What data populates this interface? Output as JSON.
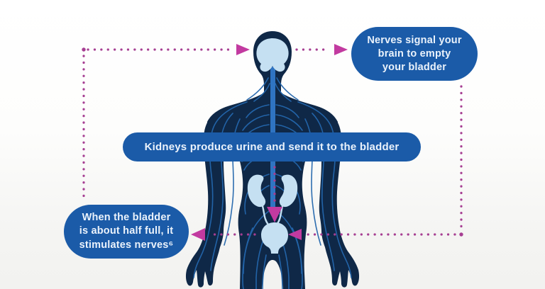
{
  "callouts": {
    "brain_signal": {
      "lines": [
        "Nerves signal your",
        "brain to empty",
        "your bladder"
      ]
    },
    "kidneys": {
      "text": "Kidneys produce urine and send it to the bladder"
    },
    "bladder_half_full": {
      "lines": [
        "When the bladder",
        "is about half full, it",
        "stimulates nerves⁶"
      ]
    }
  },
  "colors": {
    "callout_blue": "#1b5ba8",
    "callout_text": "#eaf2fb",
    "body_navy": "#0f2847",
    "nerve_blue": "#2467ad",
    "spine_blue": "#2f74c2",
    "organ_light_blue": "#c5e0f2",
    "flow_dot_magenta": "#a63e92",
    "flow_arrow_magenta": "#c23aa0",
    "background_top": "#ffffff",
    "background_bottom": "#f2f2f0"
  },
  "diagram": {
    "depicted_parts": [
      "brain",
      "spinal-cord",
      "nerve-network",
      "kidneys",
      "ureters",
      "bladder"
    ],
    "flow_steps": [
      "bladder-to-nerves-callout",
      "nerves-up-to-brain",
      "brain-to-callout",
      "callout-down-to-bladder",
      "kidneys-down-to-bladder"
    ]
  }
}
